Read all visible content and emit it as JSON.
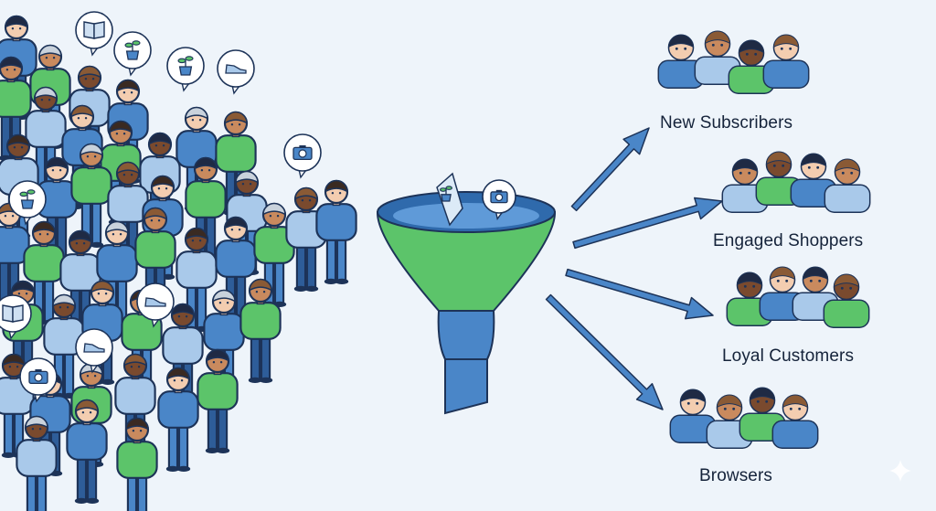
{
  "colors": {
    "background": "#eef4fa",
    "outline": "#1d3358",
    "blue": "#4a86c8",
    "light_blue": "#a9c9ea",
    "green": "#5cc46a",
    "skin_light": "#f3cdb0",
    "skin_mid": "#c98a5e",
    "skin_dark": "#7a4a2e",
    "hair_dark": "#1f2a44"
  },
  "icons": [
    "book-icon",
    "plant-icon",
    "shoe-icon",
    "camera-icon"
  ],
  "segments": [
    {
      "label": "New Subscribers"
    },
    {
      "label": "Engaged Shoppers"
    },
    {
      "label": "Loyal Customers"
    },
    {
      "label": "Browsers"
    }
  ]
}
